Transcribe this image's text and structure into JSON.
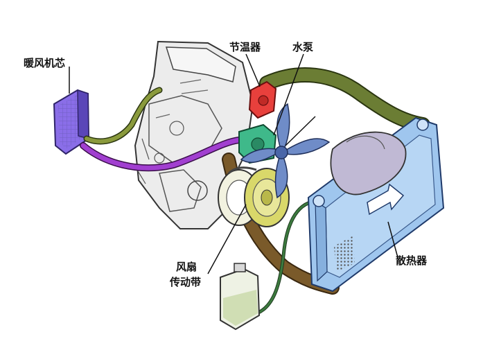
{
  "labels": {
    "heater_core": "暖风机芯",
    "thermostat": "节温器",
    "water_pump": "水泵",
    "fan_belt_line1": "风扇",
    "fan_belt_line2": "传动带",
    "radiator": "散热器"
  },
  "colors": {
    "heater_core": "#8a6ee8",
    "thermostat": "#e8403c",
    "water_pump": "#3fb98a",
    "fan_blades": "#6f8cc8",
    "pulley": "#d9d86a",
    "radiator": "#9fc6ee",
    "hose_green": "#6b7d34",
    "hose_purple": "#a13fd0",
    "hose_brown": "#7a5a2a",
    "engine": "#ececec"
  },
  "icons": {
    "flow_direction": "arrow-left-icon"
  }
}
